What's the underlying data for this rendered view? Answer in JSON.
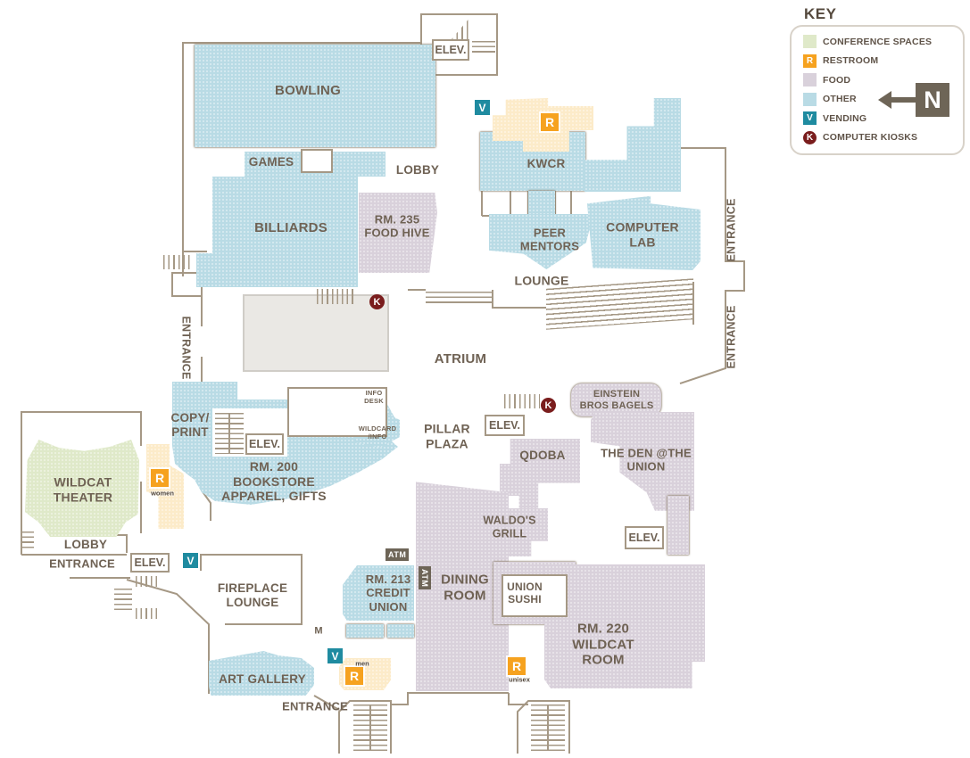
{
  "key": {
    "title": "KEY",
    "compass": "N",
    "items": [
      {
        "id": "conference",
        "label": "CONFERENCE SPACES",
        "badge": ""
      },
      {
        "id": "restroom",
        "label": "RESTROOM",
        "badge": "R"
      },
      {
        "id": "food",
        "label": "FOOD",
        "badge": ""
      },
      {
        "id": "other",
        "label": "OTHER",
        "badge": ""
      },
      {
        "id": "vending",
        "label": "VENDING",
        "badge": "V"
      },
      {
        "id": "kiosk",
        "label": "COMPUTER KIOSKS",
        "badge": "K"
      }
    ]
  },
  "colors": {
    "other": "#b9dbe5",
    "food": "#d9d1db",
    "conference": "#dfe9c9",
    "restroom_area": "#fcebc9",
    "restroom": "#f6a21f",
    "vending": "#1f8ba0",
    "kiosk": "#7a1d1d",
    "wall": "#a59885",
    "text": "#6f6254",
    "dark": "#6e6557",
    "floor": "#eae8e4"
  },
  "rooms": [
    {
      "id": "bowling",
      "type": "other",
      "label": [
        "BOWLING"
      ]
    },
    {
      "id": "billiards",
      "type": "other",
      "label": [
        "BILLIARDS"
      ]
    },
    {
      "id": "cut_games",
      "type": "whitebox",
      "label": []
    },
    {
      "id": "food_hive",
      "type": "food",
      "label": [
        "RM. 235",
        "FOOD HIVE"
      ]
    },
    {
      "id": "kwcr",
      "type": "other",
      "label": [
        "KWCR"
      ]
    },
    {
      "id": "kwcr_east",
      "type": "other",
      "label": []
    },
    {
      "id": "kwcr_restroom",
      "type": "restroom",
      "label": []
    },
    {
      "id": "peer_col",
      "type": "other",
      "label": []
    },
    {
      "id": "peer_mentors",
      "type": "other",
      "label": [
        "PEER",
        "MENTORS"
      ]
    },
    {
      "id": "computer_lab",
      "type": "other",
      "label": [
        "COMPUTER",
        "LAB"
      ]
    },
    {
      "id": "gray_block",
      "type": "floor",
      "label": []
    },
    {
      "id": "bookstore",
      "type": "other",
      "label": [
        "RM. 200",
        "BOOKSTORE",
        "APPAREL, GIFTS"
      ]
    },
    {
      "id": "cut_stairs",
      "type": "white",
      "label": []
    },
    {
      "id": "cut_room",
      "type": "whitebox",
      "label": []
    },
    {
      "id": "info_desk",
      "type": "other",
      "label": [
        "INFO",
        "DESK"
      ]
    },
    {
      "id": "wildcard_info",
      "type": "other",
      "label": [
        "WILDCARD",
        "/INFO"
      ]
    },
    {
      "id": "theater",
      "type": "conference",
      "label": [
        "WILDCAT",
        "THEATER"
      ]
    },
    {
      "id": "women_rr",
      "type": "restroom",
      "label": []
    },
    {
      "id": "einstein",
      "type": "food",
      "label": [
        "EINSTEIN",
        "BROS BAGELS"
      ]
    },
    {
      "id": "the_den",
      "type": "food",
      "label": [
        "THE DEN @THE",
        "UNION"
      ]
    },
    {
      "id": "den_strip",
      "type": "food",
      "label": []
    },
    {
      "id": "qdoba",
      "type": "food",
      "label": [
        "QDOBA"
      ]
    },
    {
      "id": "waldos",
      "type": "food",
      "label": [
        "WALDO'S",
        "GRILL"
      ]
    },
    {
      "id": "dining",
      "type": "food",
      "label": [
        "DINING",
        "ROOM"
      ]
    },
    {
      "id": "sushi_ring",
      "type": "food",
      "label": []
    },
    {
      "id": "sushi_box",
      "type": "whitebox",
      "label": [
        "UNION",
        "SUSHI"
      ]
    },
    {
      "id": "rm220",
      "type": "food",
      "label": [
        "RM. 220",
        "WILDCAT",
        "ROOM"
      ]
    },
    {
      "id": "credit_union",
      "type": "other",
      "label": [
        "RM. 213",
        "CREDIT",
        "UNION"
      ]
    },
    {
      "id": "cu_table1",
      "type": "other",
      "label": []
    },
    {
      "id": "cu_table2",
      "type": "other",
      "label": []
    },
    {
      "id": "art_gallery",
      "type": "other",
      "label": [
        "ART GALLERY"
      ]
    },
    {
      "id": "men_rr",
      "type": "restroom",
      "label": []
    }
  ],
  "area_labels": [
    {
      "id": "games",
      "lines": [
        "GAMES"
      ]
    },
    {
      "id": "lobby_top",
      "lines": [
        "LOBBY"
      ]
    },
    {
      "id": "lounge",
      "lines": [
        "LOUNGE"
      ]
    },
    {
      "id": "atrium",
      "lines": [
        "ATRIUM"
      ]
    },
    {
      "id": "pillar_plaza",
      "lines": [
        "PILLAR",
        "PLAZA"
      ]
    },
    {
      "id": "copy_print",
      "lines": [
        "COPY/",
        "PRINT"
      ]
    },
    {
      "id": "fireplace",
      "lines": [
        "FIREPLACE",
        "LOUNGE"
      ]
    },
    {
      "id": "lobby_sw",
      "lines": [
        "LOBBY"
      ]
    },
    {
      "id": "entrance_left",
      "lines": [
        "ENTRANCE"
      ]
    },
    {
      "id": "entrance_right_top",
      "lines": [
        "ENTRANCE"
      ]
    },
    {
      "id": "entrance_right_bottom",
      "lines": [
        "ENTRANCE"
      ]
    },
    {
      "id": "entrance_sw",
      "lines": [
        "ENTRANCE"
      ]
    },
    {
      "id": "entrance_s",
      "lines": [
        "ENTRANCE"
      ]
    },
    {
      "id": "letter_m",
      "lines": [
        "M"
      ]
    }
  ],
  "elevators": [
    {
      "id": "elev_top",
      "label": "ELEV."
    },
    {
      "id": "elev_copy",
      "label": "ELEV."
    },
    {
      "id": "elev_sw",
      "label": "ELEV."
    },
    {
      "id": "elev_pillar",
      "label": "ELEV."
    },
    {
      "id": "elev_den",
      "label": "ELEV."
    }
  ],
  "badges": [
    {
      "id": "vend_top",
      "kind": "vending",
      "letter": "V"
    },
    {
      "id": "vend_sw",
      "kind": "vending",
      "letter": "V"
    },
    {
      "id": "vend_s",
      "kind": "vending",
      "letter": "V"
    },
    {
      "id": "rr_kwcr",
      "kind": "restroom",
      "letter": "R"
    },
    {
      "id": "rr_women",
      "kind": "restroom",
      "letter": "R",
      "sub": "women"
    },
    {
      "id": "rr_men",
      "kind": "restroom",
      "letter": "R",
      "sub": "men"
    },
    {
      "id": "rr_unisex",
      "kind": "restroom",
      "letter": "R",
      "sub": "unisex"
    },
    {
      "id": "kiosk_atrium",
      "kind": "kiosk",
      "letter": "K"
    },
    {
      "id": "kiosk_pillar",
      "kind": "kiosk",
      "letter": "K"
    },
    {
      "id": "atm_h",
      "kind": "atm",
      "letter": "ATM"
    },
    {
      "id": "atm_v",
      "kind": "atm",
      "letter": "ATM"
    }
  ]
}
